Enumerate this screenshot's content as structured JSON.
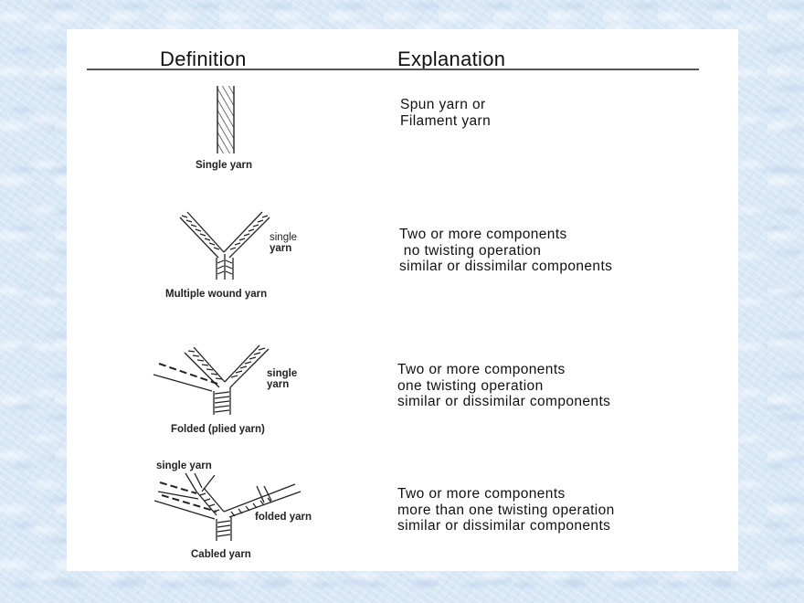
{
  "headers": {
    "definition": "Definition",
    "explanation": "Explanation"
  },
  "rows": [
    {
      "caption": "Single yarn",
      "figure_labels": [],
      "explanation": [
        "Spun yarn or",
        "Filament yarn"
      ]
    },
    {
      "caption": "Multiple wound yarn",
      "figure_labels": [
        "single",
        "yarn"
      ],
      "explanation": [
        "Two or more components",
        " no twisting operation",
        "similar or dissimilar components"
      ]
    },
    {
      "caption": "Folded (plied yarn)",
      "figure_labels": [
        "single",
        "yarn"
      ],
      "explanation": [
        "Two or more components",
        "one twisting operation",
        "similar or dissimilar components"
      ]
    },
    {
      "caption": "Cabled yarn",
      "figure_labels": [
        "single yarn",
        "folded yarn"
      ],
      "explanation": [
        "Two or more components",
        "more than one twisting operation",
        "similar or dissimilar components"
      ]
    }
  ],
  "colors": {
    "background": "#d9e8f6",
    "panel": "#ffffff",
    "rule": "#555555",
    "ink": "#111111"
  }
}
